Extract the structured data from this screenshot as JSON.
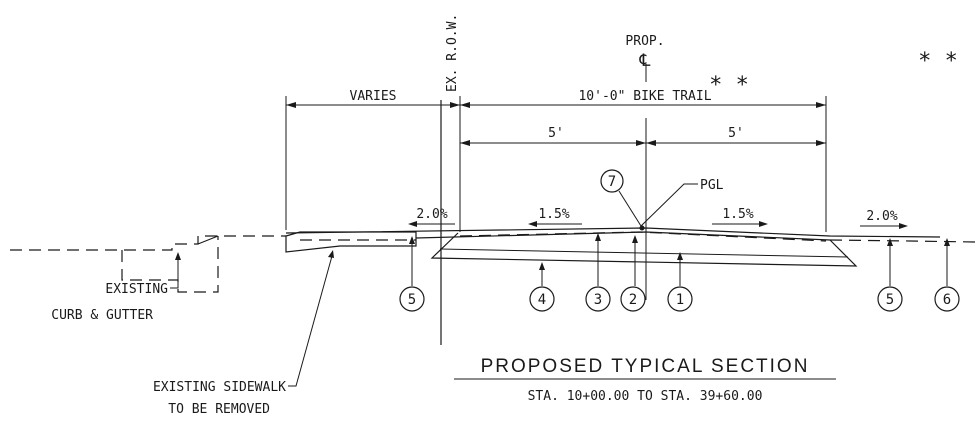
{
  "drawing": {
    "title": "PROPOSED TYPICAL SECTION",
    "subtitle": "STA. 10+00.00 TO STA. 39+60.00"
  },
  "labels": {
    "varies": "VARIES",
    "trail_width": "10'-0\" BIKE TRAIL",
    "half_left": "5'",
    "half_right": "5'",
    "row": "EX. R.O.W.",
    "prop": "PROP.",
    "centerline": "℄",
    "asterisk_mid": "* *",
    "asterisk_right": "* *",
    "pgl": "PGL",
    "slope_left_outer": "2.0%",
    "slope_left_trail": "1.5%",
    "slope_right_trail": "1.5%",
    "slope_right_outer": "2.0%",
    "curb_line1": "EXISTING",
    "curb_line2": "CURB & GUTTER",
    "sidewalk_line1": "EXISTING SIDEWALK",
    "sidewalk_line2": "TO BE REMOVED"
  },
  "callouts": [
    "1",
    "2",
    "3",
    "4",
    "5",
    "5",
    "6",
    "7"
  ]
}
